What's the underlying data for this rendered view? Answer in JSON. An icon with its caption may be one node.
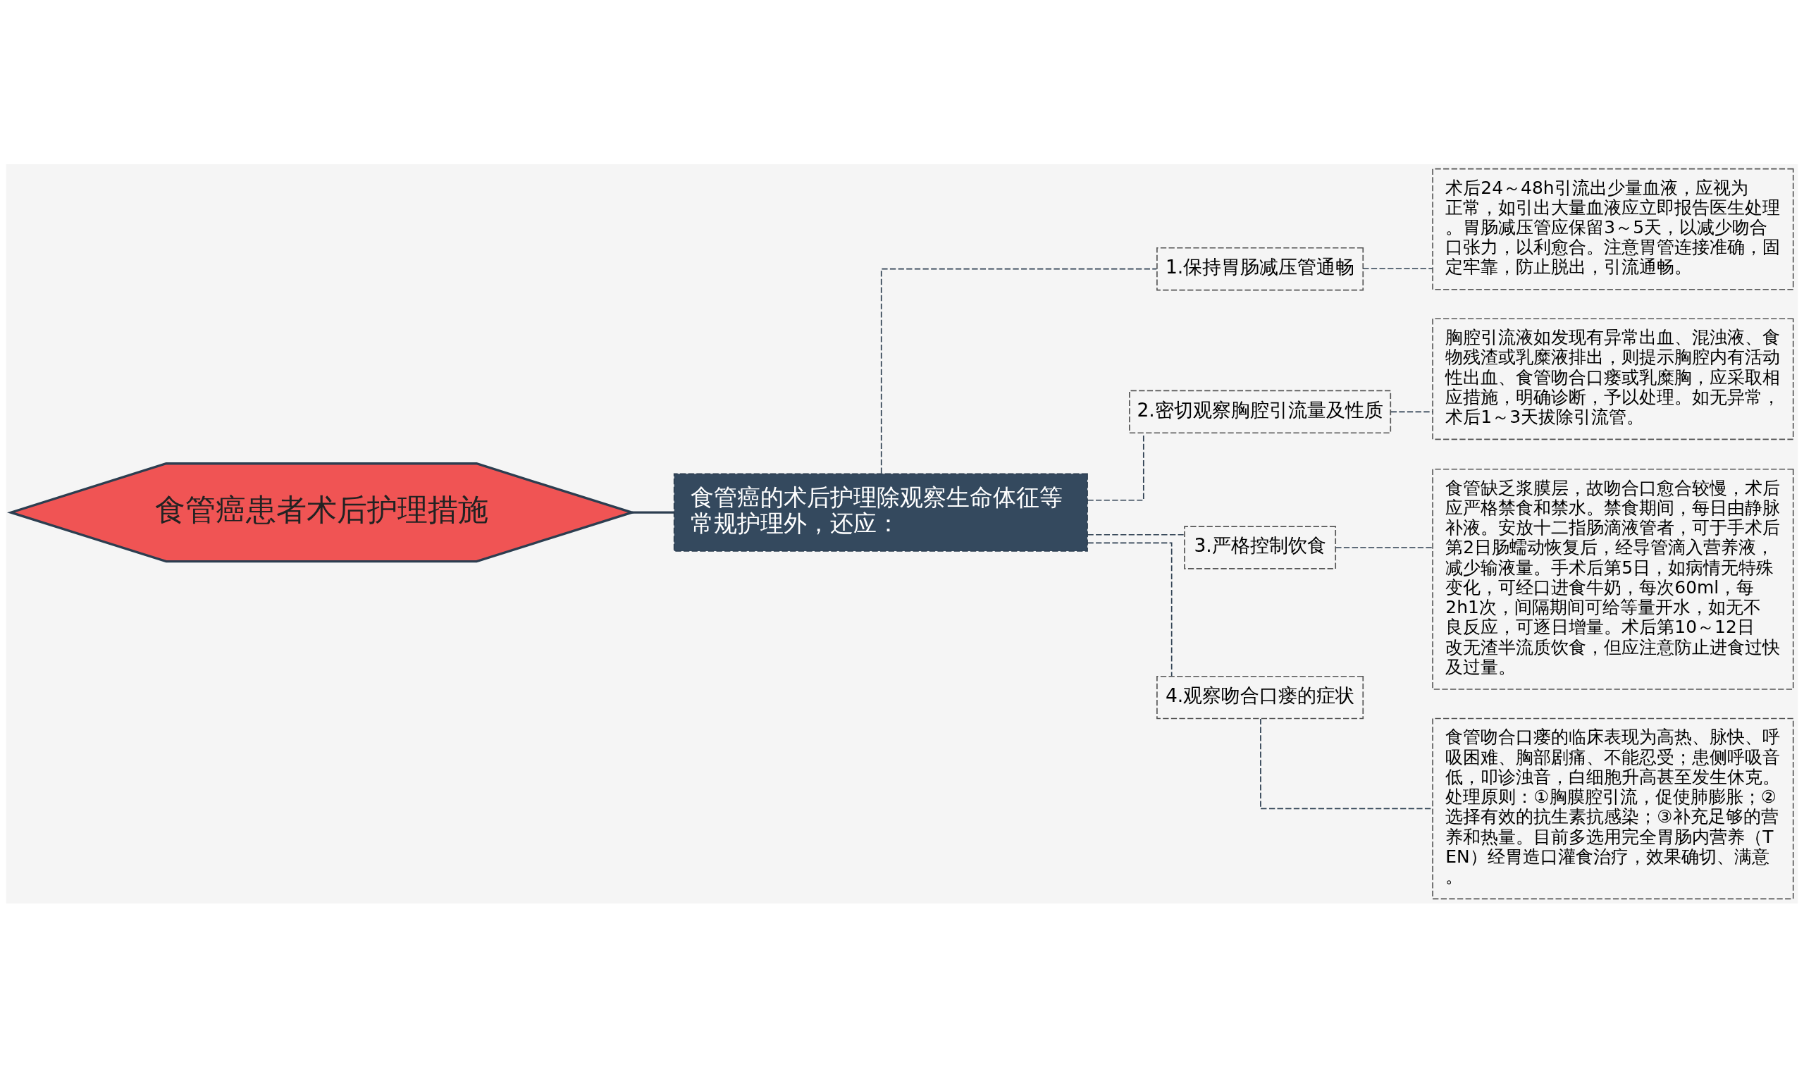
{
  "diagram": {
    "nodes": [
      {
        "text": [
          "食管癌患者术后护理措施"
        ]
      },
      {
        "text": [
          "食管癌的术后护理除观察生命体征等常规护理外，还应："
        ]
      },
      {
        "text": [
          "1.保持胃肠减压管通畅"
        ]
      },
      {
        "text": [
          "2.密切观察胸腔引流量及性质"
        ]
      },
      {
        "text": [
          "3.严格控制饮食"
        ]
      },
      {
        "text": [
          "4.观察吻合口瘘的症状"
        ]
      },
      {
        "text": [
          "术后24～48h引流出少量血液，应视为正常，如引出大量血液应立即报告医生处理。胃肠减压管应保留3～5天，以减少吻合口张力，以利愈合。注意胃管连接准确，固定牢靠，防止脱出，引流通畅。"
        ]
      },
      {
        "text": [
          "胸腔引流液如发现有异常出血、混浊液、食物残渣或乳糜液排出，则提示胸腔内有活动性出血、食管吻合口瘘或乳糜胸，应采取相应措施，明确诊断，予以处理。如无异常，术后1～3天拔除引流管。"
        ]
      },
      {
        "text": [
          "食管缺乏浆膜层，故吻合口愈合较慢，术后应严格禁食和禁水。禁食期间，每日由静脉补液。安放十二指肠滴液管者，可于手术后第2日肠蠕动恢复后，经导管滴入营养液，减少输液量。手术后第5日，如病情无特殊变化，可经口进食牛奶，每次60ml，每2h1次，间隔期间可给等量开水，如无不良反应，可逐日增量。术后第10～12日改无渣半流质饮食，但应注意防止进食过快及过量。"
        ]
      },
      {
        "text": [
          "食管吻合口瘘的临床表现为高热、脉快、呼吸困难、胸部剧痛、不能忍受；患侧呼吸音低，叩诊浊音，白细胞升高甚至发生休克。处理原则：①胸膜腔引流，促使肺膨胀；②选择有效的抗生素抗感染；③补充足够的营养和热量。目前多选用完全胃肠内营养（TEN）经胃造口灌食治疗，效果确切、满意。"
        ]
      }
    ],
    "edges": [
      {
        "from": 0,
        "to": 1,
        "arrow": "none"
      },
      {
        "from": 1,
        "to": 2,
        "arrow": "none",
        "style": "dashed"
      },
      {
        "from": 1,
        "to": 3,
        "arrow": "none",
        "style": "dashed"
      },
      {
        "from": 1,
        "to": 4,
        "arrow": "none",
        "style": "dashed"
      },
      {
        "from": 1,
        "to": 5,
        "arrow": "none",
        "style": "dashed"
      },
      {
        "from": 2,
        "to": 6,
        "arrow": "none",
        "style": "dashed"
      },
      {
        "from": 3,
        "to": 7,
        "arrow": "none",
        "style": "dashed"
      },
      {
        "from": 4,
        "to": 8,
        "arrow": "none",
        "style": "dashed"
      },
      {
        "from": 5,
        "to": 9,
        "arrow": "none",
        "style": "dashed"
      }
    ]
  }
}
